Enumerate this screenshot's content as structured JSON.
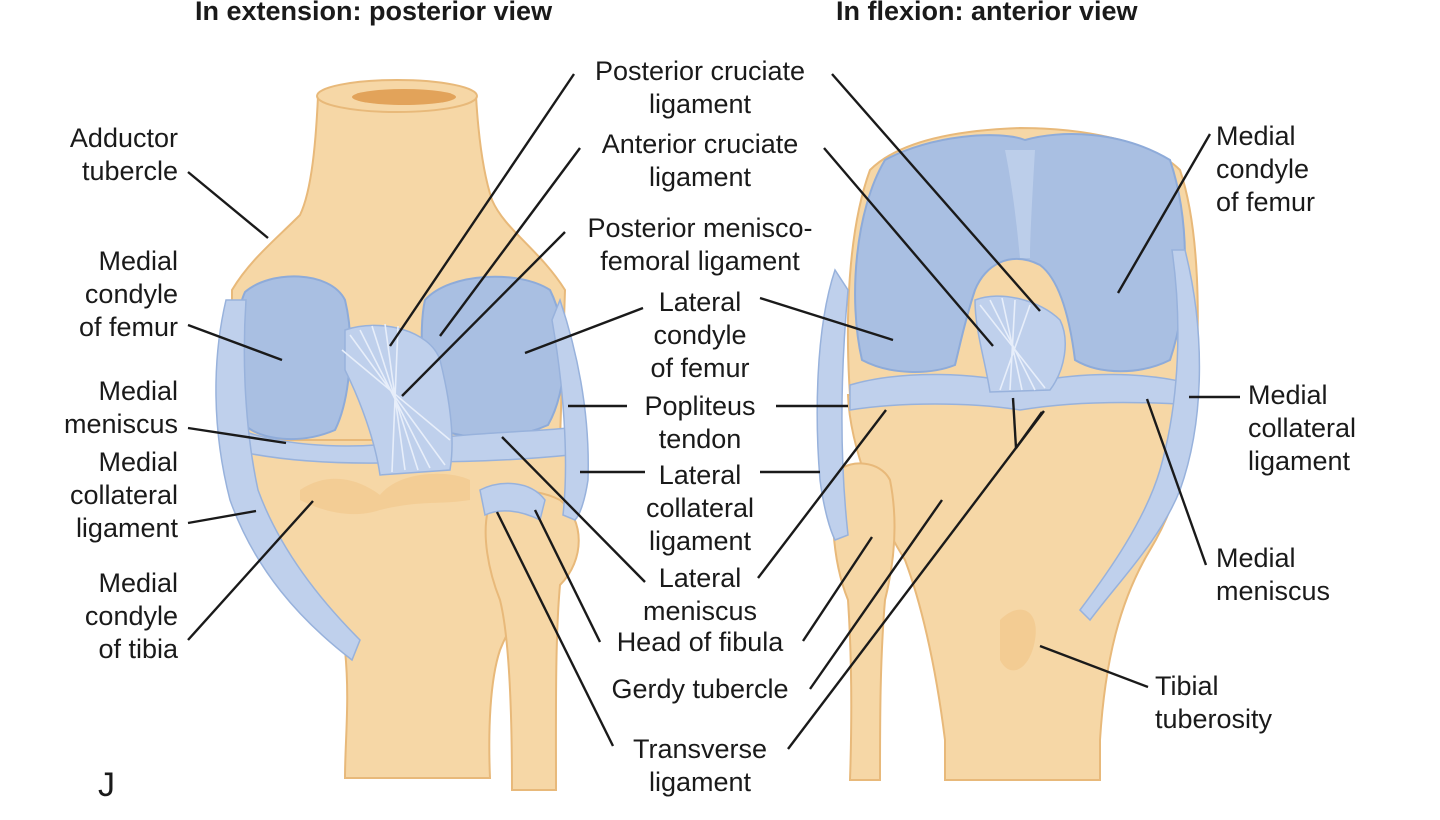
{
  "titles": {
    "left": "In extension: posterior view",
    "right": "In flexion: anterior view"
  },
  "panel_letter": "J",
  "labels": {
    "adductor_tubercle": "Adductor\ntubercle",
    "left_medial_condyle_femur": "Medial\ncondyle\nof femur",
    "left_medial_meniscus": "Medial\nmeniscus",
    "left_medial_collateral": "Medial\ncollateral\nligament",
    "medial_condyle_tibia": "Medial\ncondyle\nof tibia",
    "posterior_cruciate": "Posterior cruciate\nligament",
    "anterior_cruciate": "Anterior cruciate\nligament",
    "posterior_meniscofemoral": "Posterior menisco-\nfemoral ligament",
    "lateral_condyle_femur": "Lateral\ncondyle\nof femur",
    "popliteus_tendon": "Popliteus\ntendon",
    "lateral_collateral": "Lateral\ncollateral\nligament",
    "lateral_meniscus": "Lateral\nmeniscus",
    "head_of_fibula": "Head of fibula",
    "gerdy_tubercle": "Gerdy tubercle",
    "transverse_ligament": "Transverse\nligament",
    "right_medial_condyle_femur": "Medial\ncondyle\nof femur",
    "right_medial_collateral": "Medial\ncollateral\nligament",
    "right_medial_meniscus": "Medial\nmeniscus",
    "tibial_tuberosity": "Tibial\ntuberosity"
  },
  "colors": {
    "bone": "#f6d7a6",
    "cartilage": "#a9bfe2",
    "ligament": "#bfd0ec",
    "leader": "#1a1a1a"
  }
}
